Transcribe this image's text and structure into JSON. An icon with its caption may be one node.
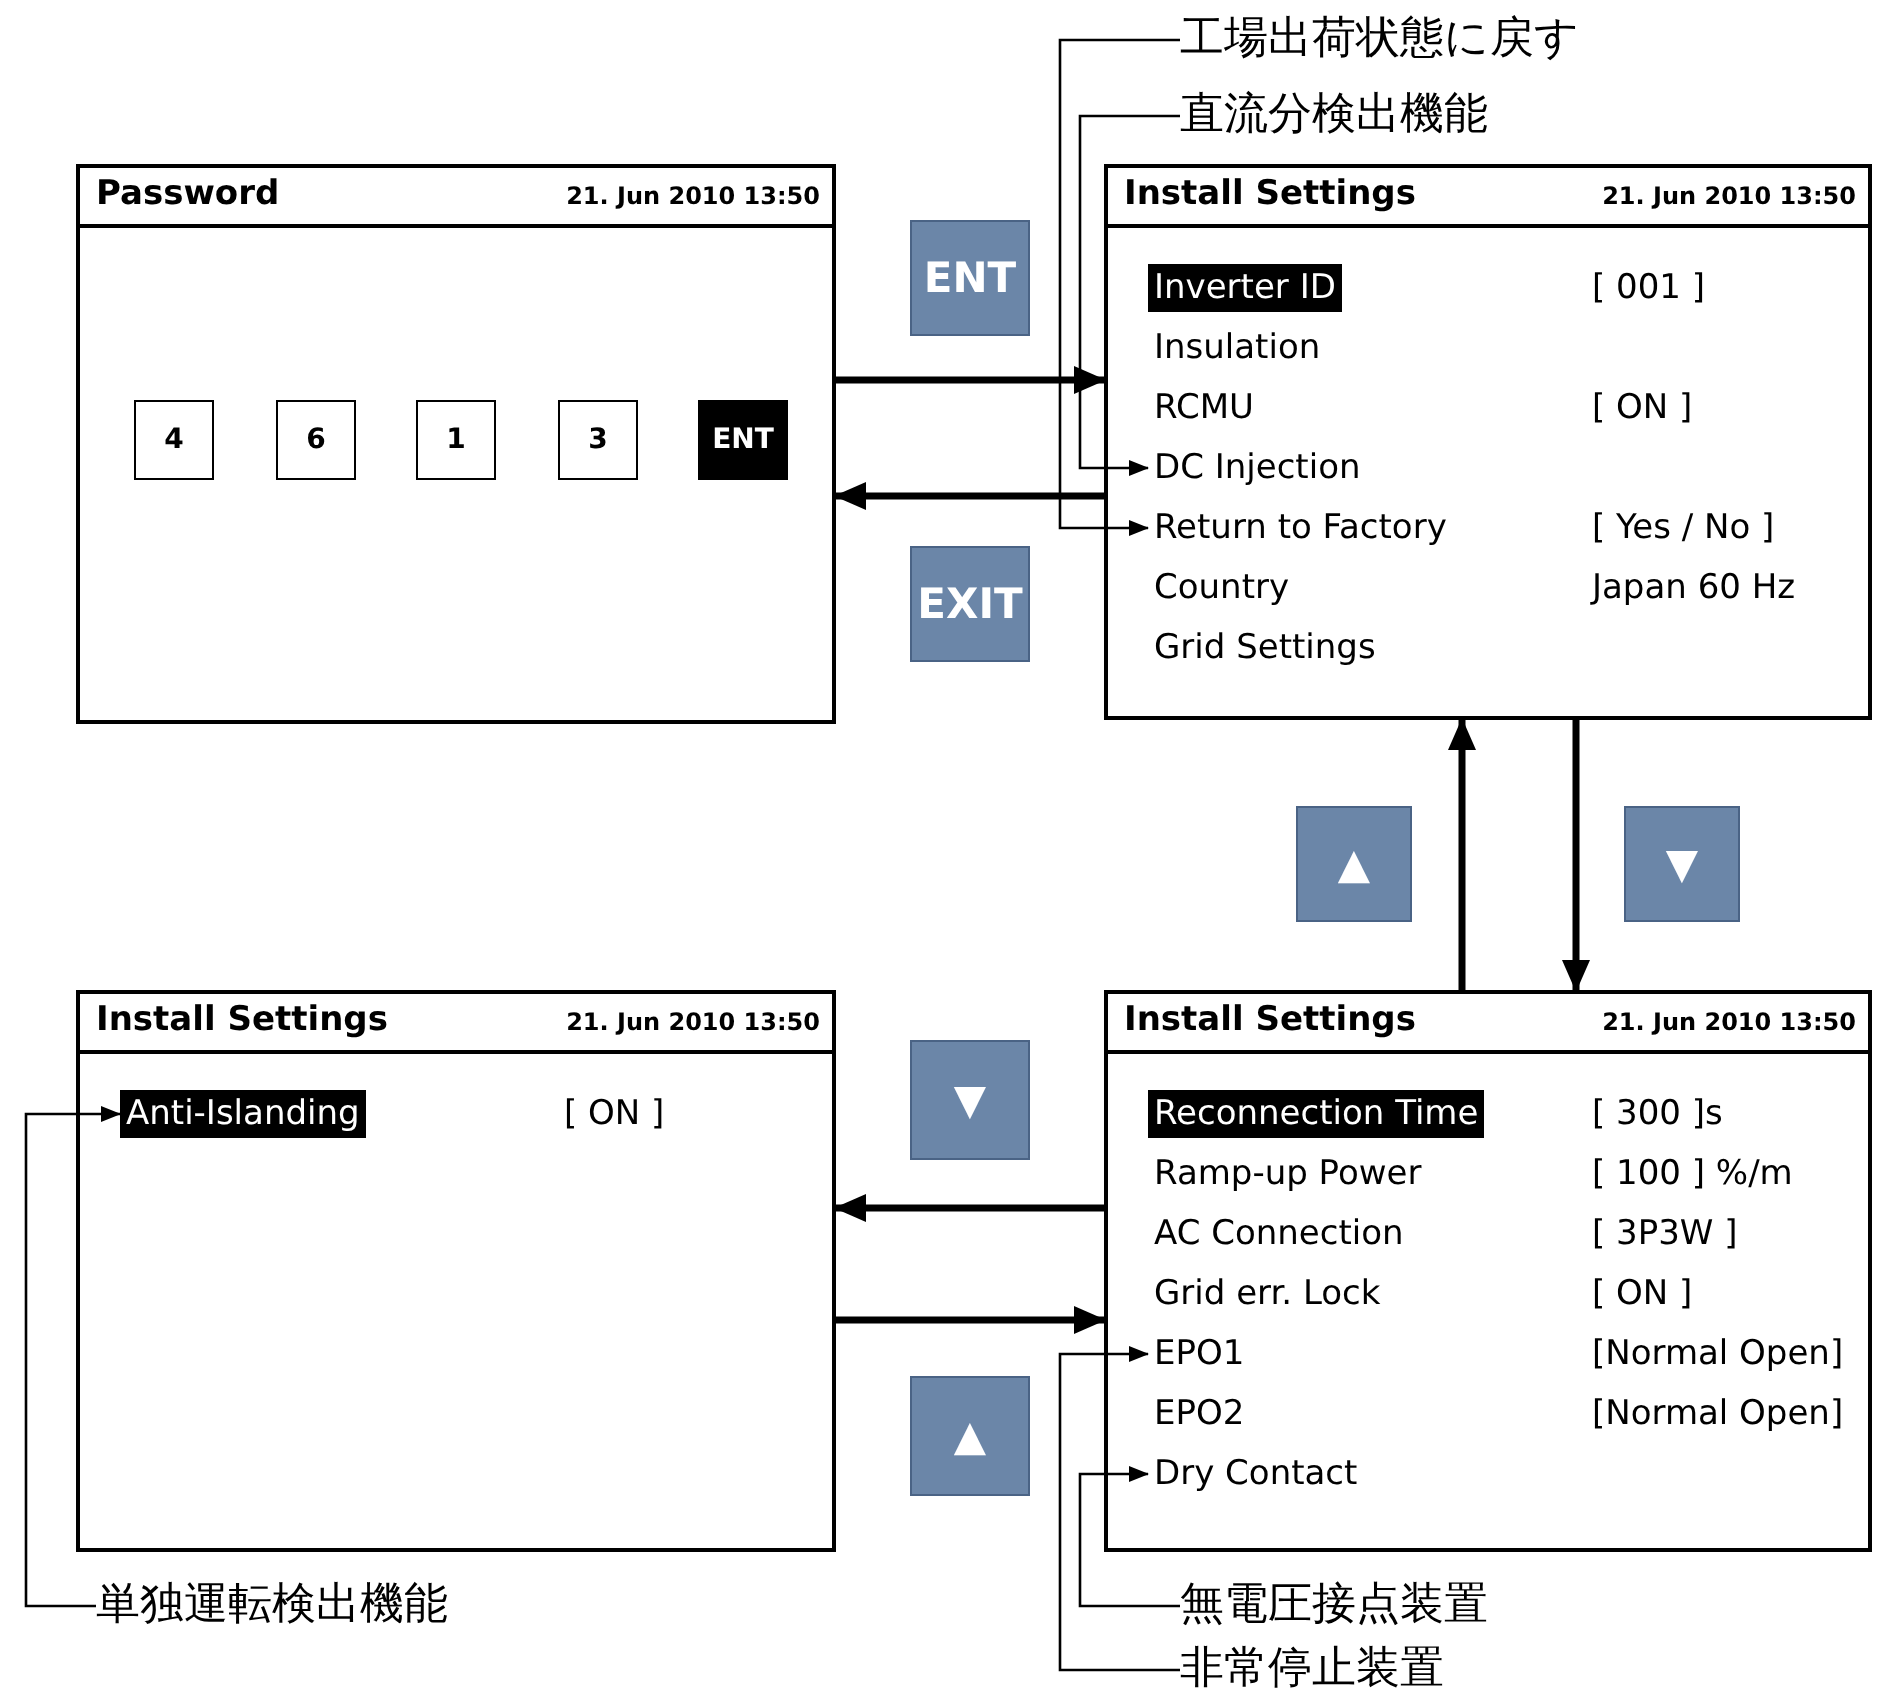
{
  "diagram": {
    "nodes": [
      {
        "text": [
          "Password",
          "21. Jun 2010 13:50"
        ]
      },
      {
        "text": [
          "4"
        ],
        "in": 0
      },
      {
        "text": [
          "6"
        ],
        "in": 0
      },
      {
        "text": [
          "1"
        ],
        "in": 0
      },
      {
        "text": [
          "3"
        ],
        "in": 0
      },
      {
        "text": [
          "ENT"
        ],
        "in": 0
      },
      {
        "text": [
          "Install Settings",
          "21. Jun 2010 13:50"
        ]
      },
      {
        "text": [
          "Inverter ID"
        ],
        "in": 6
      },
      {
        "text": [
          "[ 001 ]"
        ],
        "in": 6
      },
      {
        "text": [
          "Insulation"
        ],
        "in": 6
      },
      {
        "text": [
          "RCMU"
        ],
        "in": 6
      },
      {
        "text": [
          "[ ON ]"
        ],
        "in": 6
      },
      {
        "text": [
          "DC Injection"
        ],
        "in": 6
      },
      {
        "text": [
          "Return to Factory"
        ],
        "in": 6
      },
      {
        "text": [
          "[ Yes / No ]"
        ],
        "in": 6
      },
      {
        "text": [
          "Country"
        ],
        "in": 6
      },
      {
        "text": [
          "Japan 60 Hz"
        ],
        "in": 6
      },
      {
        "text": [
          "Grid Settings"
        ],
        "in": 6
      },
      {
        "text": [
          "Install Settings",
          "21. Jun 2010 13:50"
        ]
      },
      {
        "text": [
          "Anti-Islanding"
        ],
        "in": 18
      },
      {
        "text": [
          "[ ON ]"
        ],
        "in": 18
      },
      {
        "text": [
          "Install Settings",
          "21. Jun 2010 13:50"
        ]
      },
      {
        "text": [
          "Reconnection Time"
        ],
        "in": 21
      },
      {
        "text": [
          "[ 300 ]s"
        ],
        "in": 21
      },
      {
        "text": [
          "Ramp-up Power"
        ],
        "in": 21
      },
      {
        "text": [
          "[ 100 ] %/m"
        ],
        "in": 21
      },
      {
        "text": [
          "AC Connection"
        ],
        "in": 21
      },
      {
        "text": [
          "[ 3P3W ]"
        ],
        "in": 21
      },
      {
        "text": [
          "Grid err. Lock"
        ],
        "in": 21
      },
      {
        "text": [
          "[ ON ]"
        ],
        "in": 21
      },
      {
        "text": [
          "EPO1"
        ],
        "in": 21
      },
      {
        "text": [
          "[Normal Open]"
        ],
        "in": 21
      },
      {
        "text": [
          "EPO2"
        ],
        "in": 21
      },
      {
        "text": [
          "[Normal Open]"
        ],
        "in": 21
      },
      {
        "text": [
          "Dry Contact"
        ],
        "in": 21
      },
      {
        "text": [
          "ENT"
        ]
      },
      {
        "text": [
          "EXIT"
        ]
      },
      {
        "text": [
          "▲"
        ]
      },
      {
        "text": [
          "▼"
        ]
      },
      {
        "text": [
          "▼"
        ]
      },
      {
        "text": [
          "▲"
        ]
      },
      {
        "text": [
          "工場出荷状態に戻す"
        ]
      },
      {
        "text": [
          "直流分検出機能"
        ]
      },
      {
        "text": [
          "単独運転検出機能"
        ]
      },
      {
        "text": [
          "無電圧接点装置"
        ]
      },
      {
        "text": [
          "非常停止装置"
        ]
      }
    ],
    "edges": [
      {
        "from": 0,
        "to": 6,
        "arrow": "to"
      },
      {
        "from": 6,
        "to": 0,
        "arrow": "to"
      },
      {
        "from": 21,
        "to": 6,
        "arrow": "to"
      },
      {
        "from": 6,
        "to": 21,
        "arrow": "to"
      },
      {
        "from": 21,
        "to": 18,
        "arrow": "to"
      },
      {
        "from": 18,
        "to": 21,
        "arrow": "to"
      },
      {
        "from": 41,
        "to": 13,
        "arrow": "to"
      },
      {
        "from": 42,
        "to": 12,
        "arrow": "to"
      },
      {
        "from": 43,
        "to": 19,
        "arrow": "to"
      },
      {
        "from": 44,
        "to": 34,
        "arrow": "to"
      },
      {
        "from": 45,
        "to": 30,
        "arrow": "to"
      }
    ]
  }
}
